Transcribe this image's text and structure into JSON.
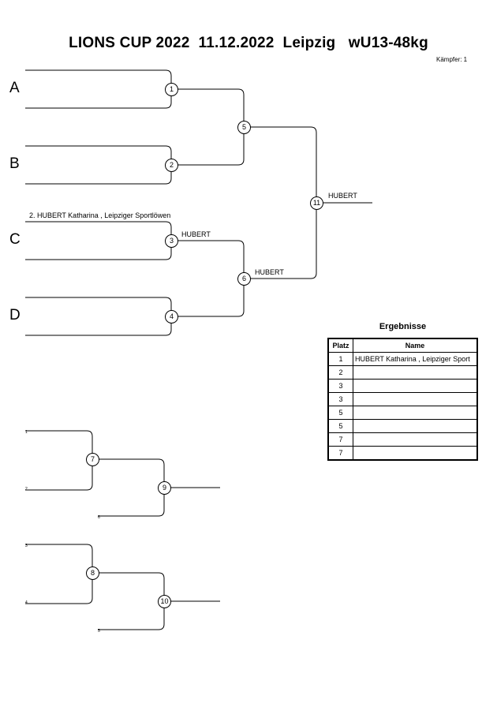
{
  "header": {
    "title": "LIONS CUP 2022  11.12.2022  Leipzig   wU13-48kg",
    "fighter_count": "Kämpfer: 1"
  },
  "pools": [
    "A",
    "B",
    "C",
    "D"
  ],
  "entries": {
    "pool_c_top": "2. HUBERT  Katharina , Leipziger Sportlöwen"
  },
  "winners": {
    "match_3": "HUBERT",
    "match_6": "HUBERT",
    "match_11": "HUBERT"
  },
  "matches": {
    "m1": "1",
    "m2": "2",
    "m3": "3",
    "m4": "4",
    "m5": "5",
    "m6": "6",
    "m7": "7",
    "m8": "8",
    "m9": "9",
    "m10": "10",
    "m11": "11"
  },
  "repechage_seeds": {
    "s1": "1",
    "s2": "2",
    "s6": "6",
    "s3": "3",
    "s4": "4",
    "s5": "5"
  },
  "results": {
    "title": "Ergebnisse",
    "headers": {
      "place": "Platz",
      "name": "Name"
    },
    "rows": [
      {
        "place": "1",
        "name": "HUBERT  Katharina , Leipziger Sport"
      },
      {
        "place": "2",
        "name": ""
      },
      {
        "place": "3",
        "name": ""
      },
      {
        "place": "3",
        "name": ""
      },
      {
        "place": "5",
        "name": ""
      },
      {
        "place": "5",
        "name": ""
      },
      {
        "place": "7",
        "name": ""
      },
      {
        "place": "7",
        "name": ""
      }
    ]
  }
}
